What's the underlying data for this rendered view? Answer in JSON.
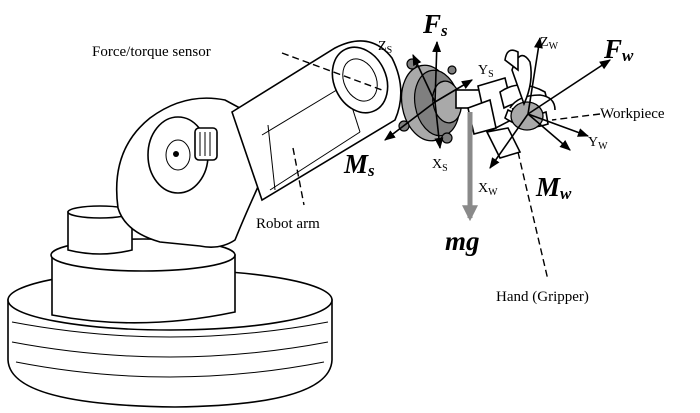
{
  "callouts": {
    "sensor": "Force/torque sensor",
    "robot_arm": "Robot arm",
    "workpiece": "Workpiece",
    "hand": "Hand (Gripper)"
  },
  "sensor_frame": {
    "z": {
      "base": "Z",
      "sub": "S"
    },
    "y": {
      "base": "Y",
      "sub": "S"
    },
    "x": {
      "base": "X",
      "sub": "S"
    }
  },
  "workpiece_frame": {
    "z": {
      "base": "Z",
      "sub": "W"
    },
    "y": {
      "base": "Y",
      "sub": "W"
    },
    "x": {
      "base": "X",
      "sub": "W"
    }
  },
  "vectors": {
    "fs": {
      "base": "F",
      "sub": "s"
    },
    "ms": {
      "base": "M",
      "sub": "s"
    },
    "fw": {
      "base": "F",
      "sub": "w"
    },
    "mw": {
      "base": "M",
      "sub": "w"
    },
    "mg": "mg"
  }
}
